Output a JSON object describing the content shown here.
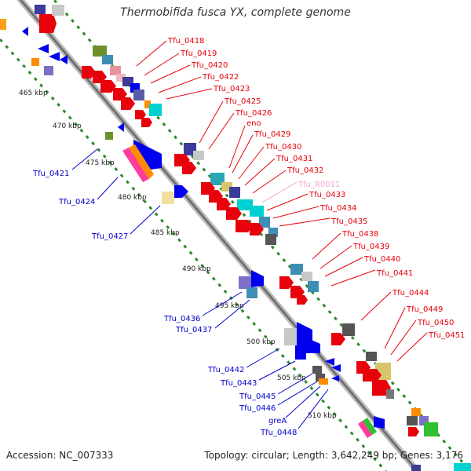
{
  "title": "Thermobifida fusca YX, complete genome",
  "footer": {
    "accession": "Accession: NC_007333",
    "summary": "Topology: circular; Length: 3,642,249 bp; Genes: 3,176"
  },
  "kbp_ticks": [
    "465 kbp",
    "470 kbp",
    "475 kbp",
    "480 kbp",
    "485 kbp",
    "490 kbp",
    "495 kbp",
    "500 kbp",
    "505 kbp",
    "510 kbp"
  ],
  "right_labels": [
    {
      "text": "Tfu_0418",
      "color": "#e8000b"
    },
    {
      "text": "Tfu_0419",
      "color": "#e8000b"
    },
    {
      "text": "Tfu_0420",
      "color": "#e8000b"
    },
    {
      "text": "Tfu_0422",
      "color": "#e8000b"
    },
    {
      "text": "Tfu_0423",
      "color": "#e8000b"
    },
    {
      "text": "Tfu_0425",
      "color": "#e8000b"
    },
    {
      "text": "Tfu_0426",
      "color": "#e8000b"
    },
    {
      "text": "eno",
      "color": "#e8000b"
    },
    {
      "text": "Tfu_0429",
      "color": "#e8000b"
    },
    {
      "text": "Tfu_0430",
      "color": "#e8000b"
    },
    {
      "text": "Tfu_0431",
      "color": "#e8000b"
    },
    {
      "text": "Tfu_0432",
      "color": "#e8000b"
    },
    {
      "text": "Tfu_R0011",
      "color": "#f4a6d7"
    },
    {
      "text": "Tfu_0433",
      "color": "#e8000b"
    },
    {
      "text": "Tfu_0434",
      "color": "#e8000b"
    },
    {
      "text": "Tfu_0435",
      "color": "#e8000b"
    },
    {
      "text": "Tfu_0438",
      "color": "#e8000b"
    },
    {
      "text": "Tfu_0439",
      "color": "#e8000b"
    },
    {
      "text": "Tfu_0440",
      "color": "#e8000b"
    },
    {
      "text": "Tfu_0441",
      "color": "#e8000b"
    },
    {
      "text": "Tfu_0444",
      "color": "#e8000b"
    },
    {
      "text": "Tfu_0449",
      "color": "#e8000b"
    },
    {
      "text": "Tfu_0450",
      "color": "#e8000b"
    },
    {
      "text": "Tfu_0451",
      "color": "#e8000b"
    }
  ],
  "left_labels": [
    {
      "text": "Tfu_0421",
      "color": "#0000cc"
    },
    {
      "text": "Tfu_0424",
      "color": "#0000cc"
    },
    {
      "text": "Tfu_0427",
      "color": "#0000cc"
    },
    {
      "text": "Tfu_0436",
      "color": "#0000cc"
    },
    {
      "text": "Tfu_0437",
      "color": "#0000cc"
    },
    {
      "text": "Tfu_0442",
      "color": "#0000cc"
    },
    {
      "text": "Tfu_0443",
      "color": "#0000cc"
    },
    {
      "text": "Tfu_0445",
      "color": "#0000cc"
    },
    {
      "text": "Tfu_0446",
      "color": "#0000cc"
    },
    {
      "text": "greA",
      "color": "#0000cc"
    },
    {
      "text": "Tfu_0448",
      "color": "#0000cc"
    }
  ],
  "colors": {
    "backbone": "#8c8c8c",
    "dotted_track": "#2e8b2e",
    "red_gene": "#e8000b",
    "blue_gene": "#0000ee",
    "pink_rna": "#f4a6d7"
  }
}
